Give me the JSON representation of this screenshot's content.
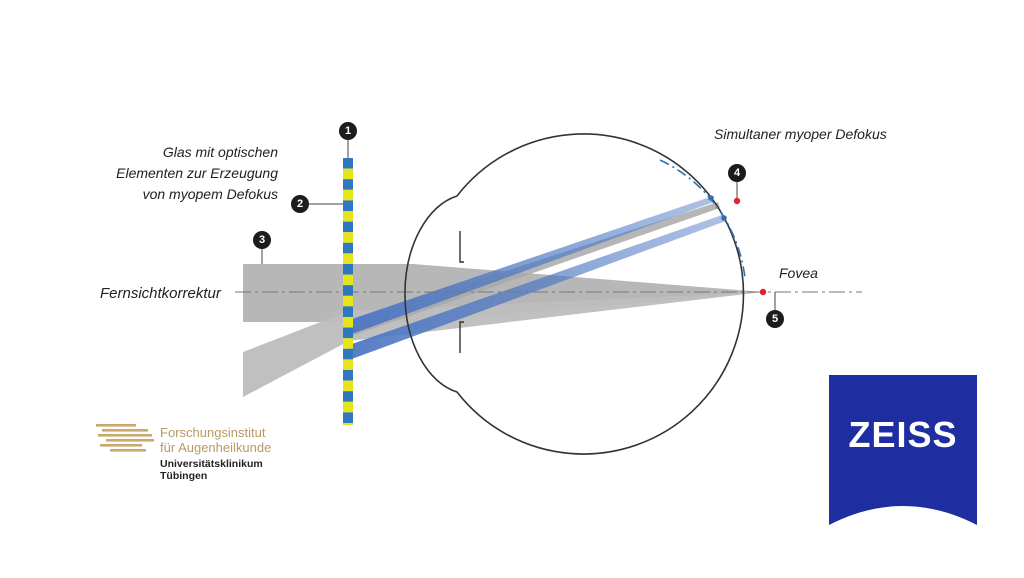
{
  "labels": {
    "lens_caption": [
      "Glas mit optischen",
      "Elementen zur Erzeugung",
      "von myopem Defokus"
    ],
    "distance_correction": "Fernsichtkorrektur",
    "simultaneous_defocus": "Simultaner myoper Defokus",
    "fovea": "Fovea"
  },
  "markers": [
    "1",
    "2",
    "3",
    "4",
    "5"
  ],
  "institute": {
    "line1": "Forschungsinstitut",
    "line2": "für Augenheilkunde",
    "line3": "Universitätsklinikum",
    "line4": "Tübingen"
  },
  "brand": {
    "name": "ZEISS",
    "color": "#1e2ea0"
  },
  "colors": {
    "lens_yellow": "#e4e61a",
    "lens_blue": "#2f78c0",
    "beam_gray": "#b4b4b4",
    "beam_blue": "#5f86c9",
    "focus_red": "#e0242a",
    "defocus_arc": "#2f72b0",
    "institute_gold": "#b89a63"
  }
}
